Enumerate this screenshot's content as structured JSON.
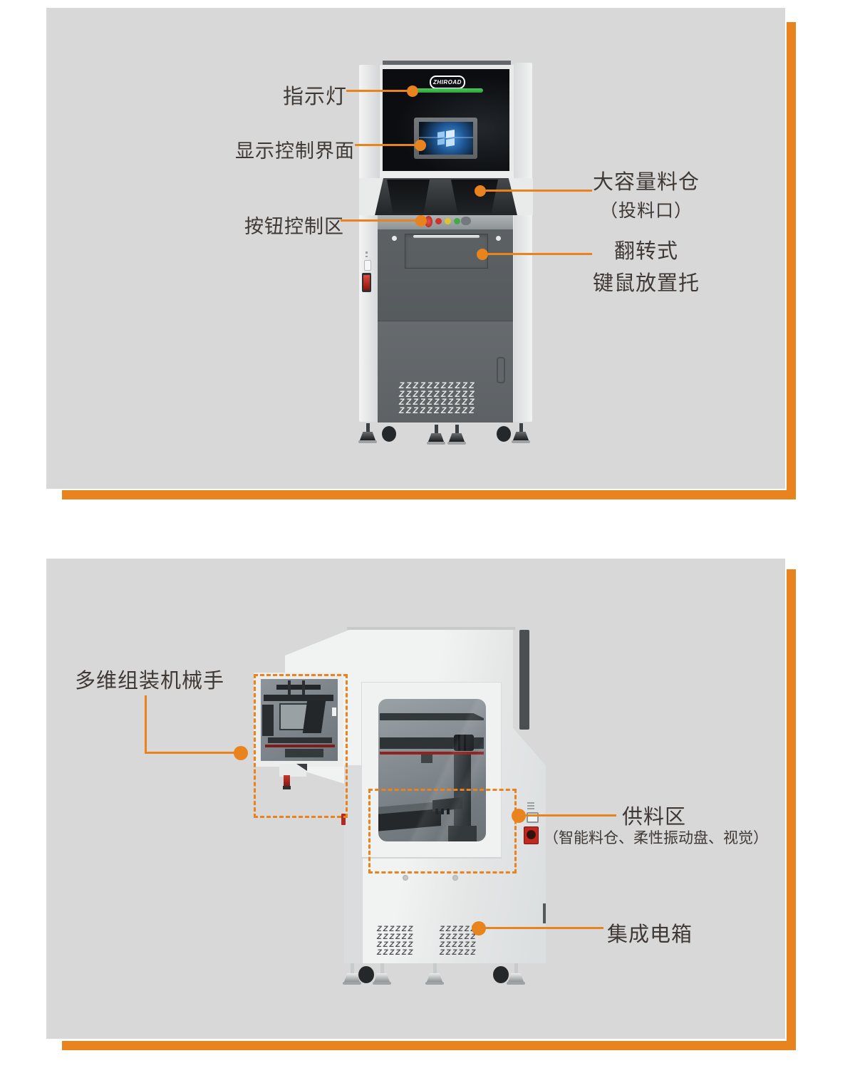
{
  "colors": {
    "accent_orange": "#E8831D",
    "panel_gray": "#D8D8D8",
    "label_text": "#3F3835",
    "indicator_green": "#3CB54A",
    "screen_blue": "#2E7FD4"
  },
  "top_panel": {
    "machine": {
      "brand_logo": "ZHIROAD"
    },
    "labels": {
      "indicator": "指示灯",
      "display": "显示控制界面",
      "buttons": "按钮控制区",
      "hopper_title": "大容量料仓",
      "hopper_sub": "（投料口）",
      "tray_line1": "翻转式",
      "tray_line2": "键鼠放置托"
    }
  },
  "bottom_panel": {
    "labels": {
      "robot_arm": "多维组装机械手",
      "feed_area_title": "供料区",
      "feed_area_sub": "（智能料仓、柔性振动盘、视觉）",
      "electric_box": "集成电箱"
    }
  },
  "vents": [
    {
      "id": "vent-top",
      "glyph": "Z",
      "rows": 4,
      "cols": 11
    },
    {
      "id": "vent-b1",
      "glyph": "Z",
      "rows": 4,
      "cols": 6
    },
    {
      "id": "vent-b2",
      "glyph": "Z",
      "rows": 4,
      "cols": 6
    }
  ]
}
